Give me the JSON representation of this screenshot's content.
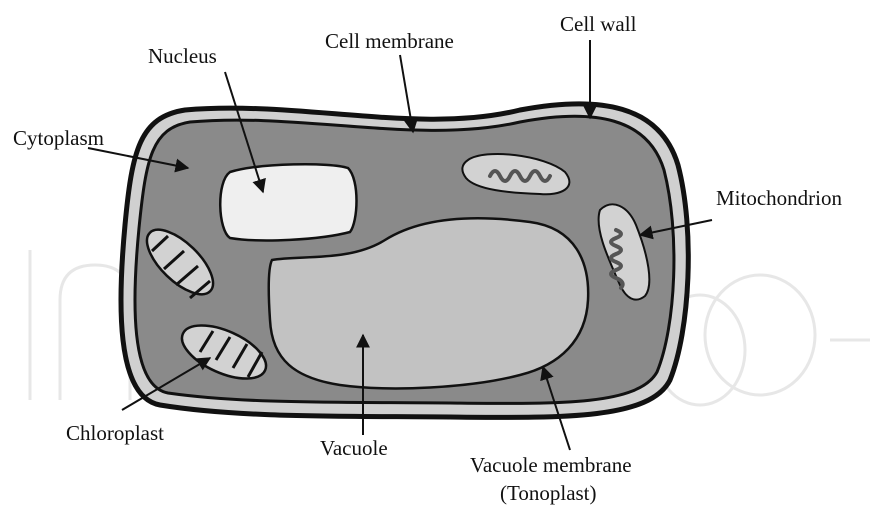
{
  "colors": {
    "background": "#ffffff",
    "outline": "#111111",
    "cell_wall_gap": "#d0d0d0",
    "cytoplasm": "#8a8a8a",
    "nucleus": "#efefef",
    "vacuole": "#c2c2c2",
    "organelle": "#d2d2d2",
    "crista": "#555555",
    "watermark": "#e7e7e7"
  },
  "labels": {
    "cell_wall": "Cell wall",
    "cell_membrane": "Cell membrane",
    "nucleus": "Nucleus",
    "cytoplasm": "Cytoplasm",
    "mitochondrion": "Mitochondrion",
    "chloroplast": "Chloroplast",
    "vacuole": "Vacuole",
    "vacuole_membrane_line1": "Vacuole membrane",
    "vacuole_membrane_line2": "(Tonoplast)"
  },
  "watermark": {
    "text": "IntechOpen"
  }
}
